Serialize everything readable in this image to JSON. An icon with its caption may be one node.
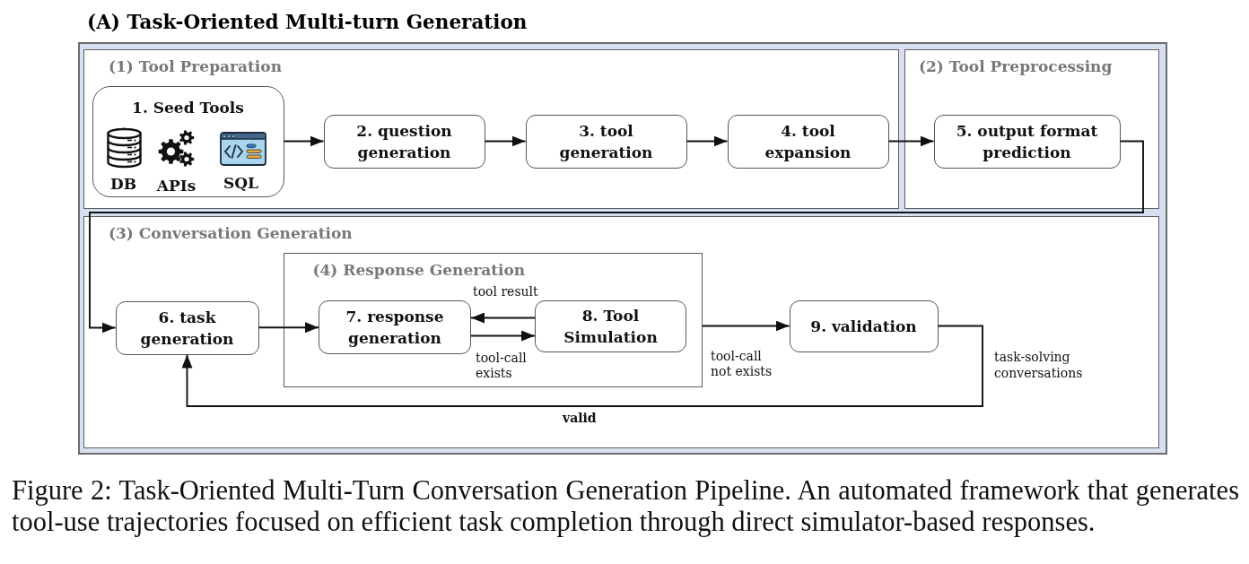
{
  "diagram": {
    "caption": "Figure 2: Task-Oriented Multi-Turn Conversation Generation Pipeline. An automated framework that generates tool-use trajectories focused on efficient task completion through direct simulator-based responses.",
    "nodes": [
      {
        "text": [
          "(A) Task-Oriented Multi-turn Generation"
        ]
      },
      {
        "text": [
          "(1) Tool Preparation"
        ],
        "in": 0
      },
      {
        "text": [
          "1. Seed Tools",
          "DB",
          "APIs",
          "SQL"
        ],
        "in": 1
      },
      {
        "text": [
          "2. question generation"
        ],
        "in": 1
      },
      {
        "text": [
          "3. tool generation"
        ],
        "in": 1
      },
      {
        "text": [
          "4. tool expansion"
        ],
        "in": 1
      },
      {
        "text": [
          "(2) Tool Preprocessing"
        ],
        "in": 0
      },
      {
        "text": [
          "5. output format prediction"
        ],
        "in": 6
      },
      {
        "text": [
          "(3) Conversation Generation"
        ],
        "in": 0
      },
      {
        "text": [
          "6. task generation"
        ],
        "in": 8
      },
      {
        "text": [
          "(4) Response Generation"
        ],
        "in": 8
      },
      {
        "text": [
          "7. response generation"
        ],
        "in": 10
      },
      {
        "text": [
          "8. Tool Simulation"
        ],
        "in": 10
      },
      {
        "text": [
          "9. validation"
        ],
        "in": 8
      }
    ],
    "edges": [
      {
        "from": 2,
        "to": 3,
        "arrow": "to"
      },
      {
        "from": 3,
        "to": 4,
        "arrow": "to"
      },
      {
        "from": 4,
        "to": 5,
        "arrow": "to"
      },
      {
        "from": 5,
        "to": 7,
        "arrow": "to"
      },
      {
        "from": 7,
        "to": 9,
        "arrow": "to"
      },
      {
        "from": 9,
        "to": 11,
        "arrow": "to"
      },
      {
        "from": 12,
        "to": 11,
        "arrow": "to",
        "label": "tool result"
      },
      {
        "from": 11,
        "to": 12,
        "arrow": "to",
        "label": "tool-call exists"
      },
      {
        "from": 10,
        "to": 13,
        "arrow": "to",
        "label": "tool-call not exists"
      },
      {
        "from": 13,
        "to": 9,
        "arrow": "to",
        "label": "valid"
      }
    ],
    "labels": [
      "task-solving conversations"
    ]
  }
}
